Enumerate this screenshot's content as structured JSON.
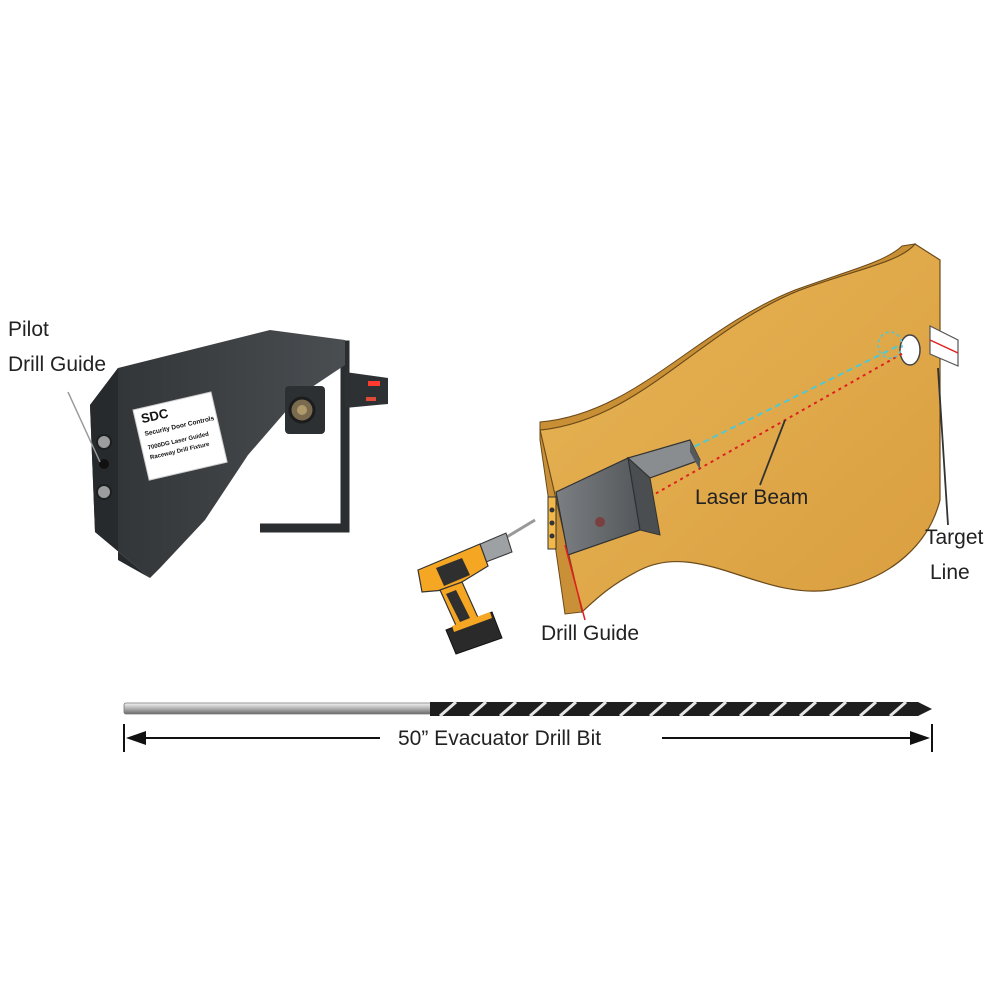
{
  "labels": {
    "pilot": "Pilot",
    "drill_guide_left": "Drill Guide",
    "laser_beam": "Laser Beam",
    "target": "Target",
    "line": "Line",
    "drill_guide_bottom": "Drill Guide",
    "drill_bit": "50” Evacuator Drill Bit"
  },
  "sticker": {
    "logo": "SDC",
    "brand": "Security Door Controls",
    "product_line1": "7000DG Laser Guided",
    "product_line2": "Raceway Drill Fixture"
  },
  "colors": {
    "door_wood": "#e2a94a",
    "door_edge": "#d49a3c",
    "fixture": "#3d4144",
    "laser_red": "#e02020",
    "laser_cyan": "#4fc9d4",
    "drill_orange": "#f5a623"
  }
}
